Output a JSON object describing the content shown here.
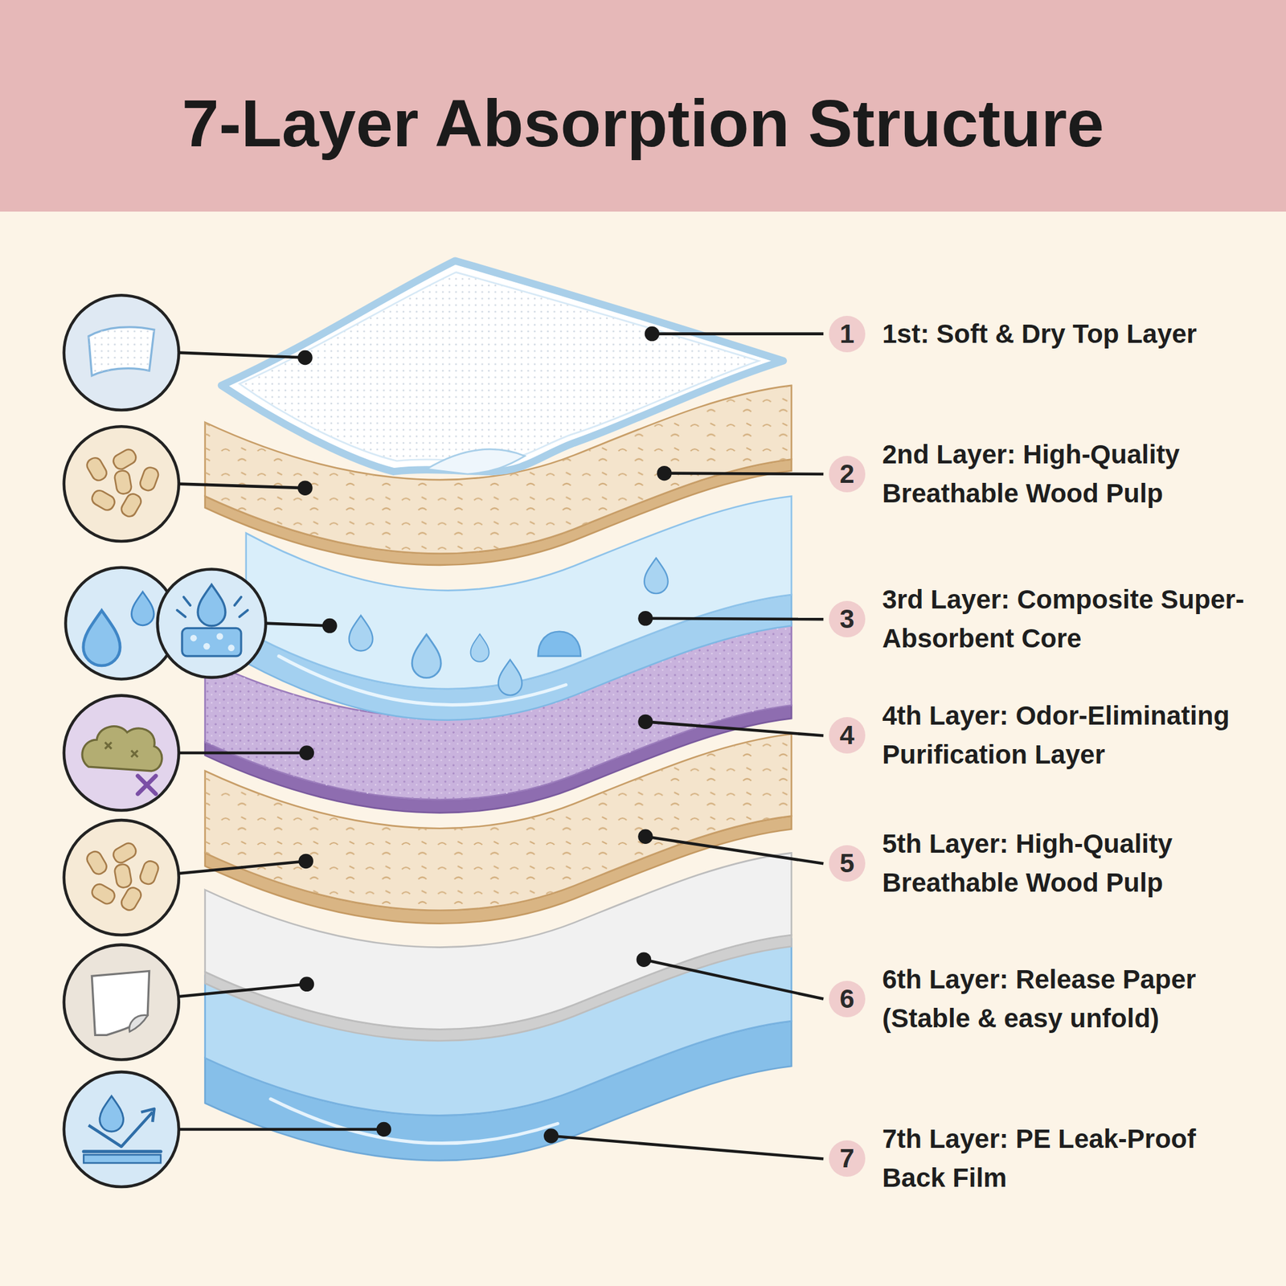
{
  "diagram": {
    "title": "7-Layer Absorption Structure",
    "nodes": [
      {
        "text": [
          "1",
          "1st: Soft & Dry Top Layer"
        ]
      },
      {
        "text": [
          "2",
          "2nd Layer: High-Quality Breathable Wood Pulp"
        ]
      },
      {
        "text": [
          "3",
          "3rd Layer: Composite Super-Absorbent Core"
        ]
      },
      {
        "text": [
          "4",
          "4th Layer: Odor-Eliminating Purification Layer"
        ]
      },
      {
        "text": [
          "5",
          "5th Layer: High-Quality Breathable Wood Pulp"
        ]
      },
      {
        "text": [
          "6",
          "6th Layer: Release Paper (Stable & easy unfold)"
        ]
      },
      {
        "text": [
          "7",
          "7th Layer: PE Leak-Proof Back Film"
        ]
      }
    ]
  }
}
